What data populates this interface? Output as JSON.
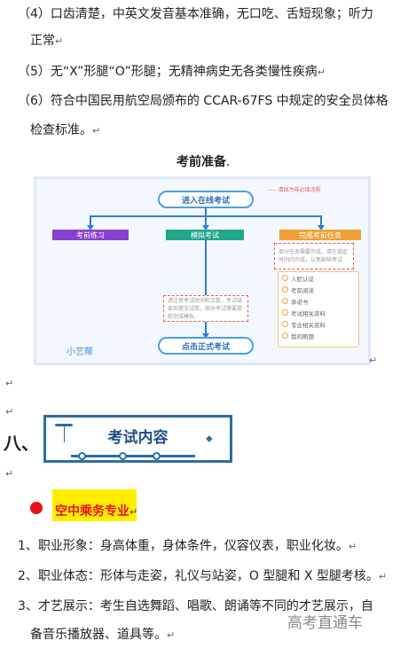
{
  "lines": {
    "l4a": "（4）口齿清楚，中英文发音基本准确，无口吃、舌短现象；听力",
    "l4b": "正常",
    "l5": "（5）无“X”形腿“O”形腿；无精神病史无各类慢性疾病",
    "l6a": "（6）符合中国民用航空局颁布的 CCAR-67FS 中规定的安全员体格",
    "l6b": "检查标准。"
  },
  "section_heading": "考前准备",
  "flowchart": {
    "top_box": "进入在线考试",
    "legend": "---- 请线为非必填流程",
    "left_box": "考前练习",
    "mid_box": "模拟考试",
    "right_box": "完成考前任务",
    "note_right": "部分任务需要完成，请在规定时间内完成，以免影响考试",
    "note_mid": "请注意考试时间和次数，考试结束后提交试卷。部分考试需要提前完成模拟",
    "bottom_box": "点击正式考试",
    "watermark": "小艺帮",
    "tasks": [
      "人脸认证",
      "考前阅读",
      "承诺书",
      "考试相关资料",
      "专业相关资料",
      "我的刷题"
    ]
  },
  "section_number": "八、",
  "banner_title": "考试内容",
  "major": "空中乘务专业",
  "items": [
    "1、职业形象：身高体重，身体条件，仪容仪表，职业化妆。",
    "2、职业体态：形体与走姿，礼仪与站姿，O 型腿和 X 型腿考核。",
    "3、才艺展示：考生自选舞蹈、唱歌、朗诵等不同的才艺展示，自",
    "备音乐播放器、道具等。"
  ],
  "watermark_text": "高考直通车",
  "colors": {
    "accent_red": "#e8101a",
    "highlight": "#ffee00",
    "banner_blue": "#2a6ea8"
  }
}
